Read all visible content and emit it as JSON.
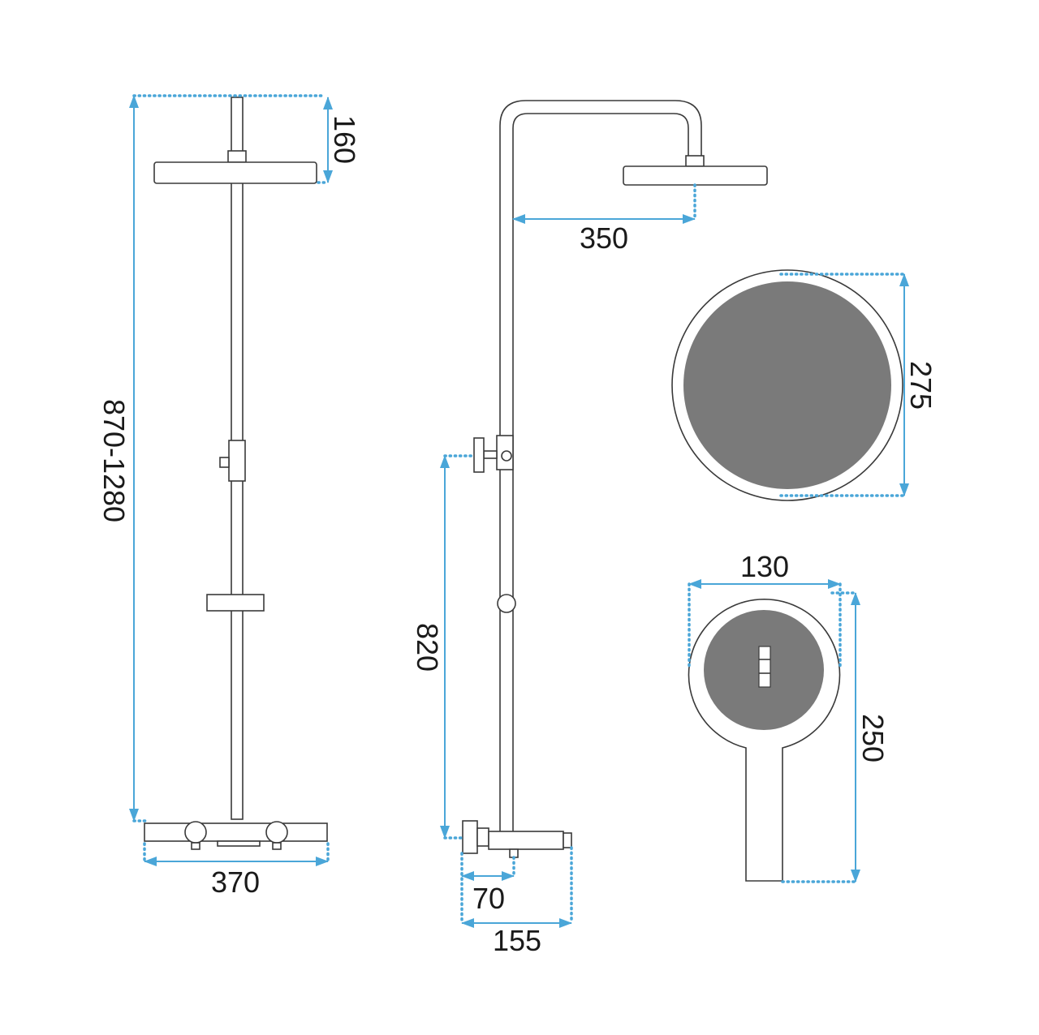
{
  "colors": {
    "dimension": "#4aa6d8",
    "outline": "#3a3a3a",
    "text": "#1a1a1a"
  },
  "labels": {
    "total_height": "870-1280",
    "head_drop": "160",
    "mixer_width": "370",
    "arm_reach": "350",
    "mixer_to_holder": "820",
    "mixer_depth": "70",
    "outlet_depth": "155",
    "rain_diameter": "275",
    "hand_width": "130",
    "hand_length": "250"
  }
}
